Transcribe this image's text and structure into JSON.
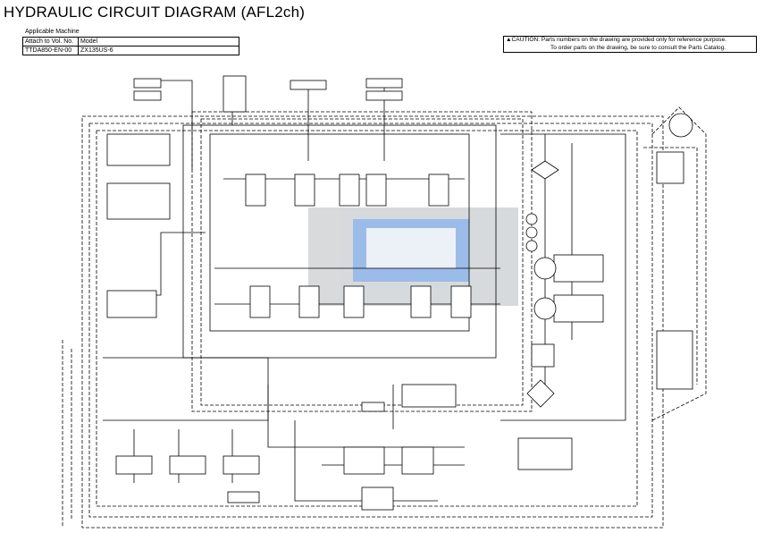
{
  "header": {
    "title": "HYDRAULIC CIRCUIT DIAGRAM (AFL2ch)",
    "applicable_label": "Applicable Machine",
    "table": {
      "headers": [
        "Attach to Vol. No.",
        "Model"
      ],
      "row": [
        "TTDA850-EN-00",
        "ZX135US-6"
      ]
    }
  },
  "caution": {
    "icon": "warning-triangle-icon",
    "line1": "CAUTION: Parts numbers on the drawing are provided only for reference purpose.",
    "line2": "To order parts on the drawing, be sure to consult the Parts Catalog."
  },
  "colors": {
    "line": "#000000",
    "watermark": "#9aa0a6",
    "watermark_accent": "#2b6cc4"
  }
}
